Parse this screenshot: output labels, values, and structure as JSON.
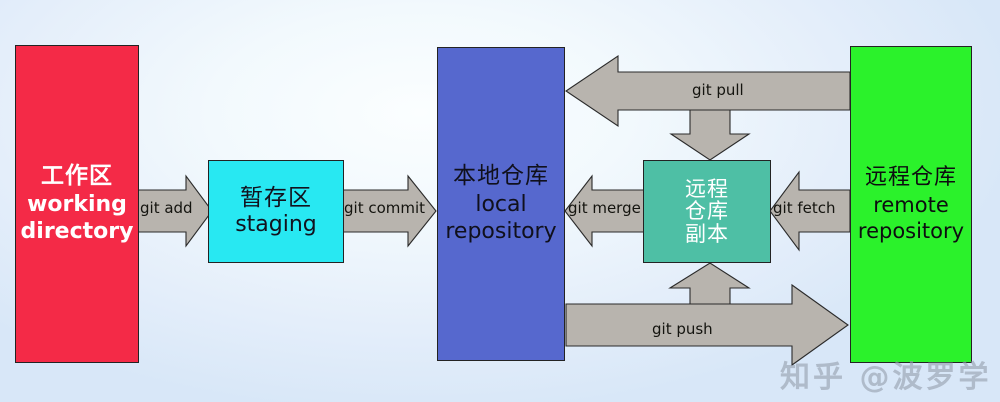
{
  "diagram": {
    "title": "Git workflow diagram",
    "background_color": "#e4eefa",
    "arrow_fill": "#b8b4ae",
    "arrow_stroke": "#2a2a2a",
    "nodes": [
      {
        "id": "working",
        "name": "working-directory",
        "cn": "工作区",
        "en_line1": "working",
        "en_line2": "directory",
        "color": "#f42a47",
        "text_color": "#ffffff"
      },
      {
        "id": "staging",
        "name": "staging-area",
        "cn": "暂存区",
        "en_line1": "staging",
        "color": "#28e8f2",
        "text_color": "#12121e"
      },
      {
        "id": "local",
        "name": "local-repository",
        "cn": "本地仓库",
        "en_line1": "local",
        "en_line2": "repository",
        "color": "#5668ce",
        "text_color": "#10101c"
      },
      {
        "id": "copy",
        "name": "remote-repository-copy",
        "cn_line1": "远程",
        "cn_line2": "仓库",
        "cn_line3": "副本",
        "color": "#4ebfa5",
        "text_color": "#ffffff"
      },
      {
        "id": "remote",
        "name": "remote-repository",
        "cn": "远程仓库",
        "en_line1": "remote",
        "en_line2": "repository",
        "color": "#2bf22b",
        "text_color": "#0d0d10"
      }
    ],
    "arrows": [
      {
        "id": "add",
        "label": "git add",
        "from": "working",
        "to": "staging",
        "direction": "right"
      },
      {
        "id": "commit",
        "label": "git commit",
        "from": "staging",
        "to": "local",
        "direction": "right"
      },
      {
        "id": "merge",
        "label": "git merge",
        "from": "copy",
        "to": "local",
        "direction": "left"
      },
      {
        "id": "fetch",
        "label": "git fetch",
        "from": "remote",
        "to": "copy",
        "direction": "left"
      },
      {
        "id": "pull",
        "label": "git pull",
        "from": "remote",
        "to": "local",
        "direction": "left"
      },
      {
        "id": "push",
        "label": "git push",
        "from": "local",
        "to": "remote",
        "direction": "right"
      }
    ]
  },
  "watermark": {
    "text": "知乎 @波罗学"
  }
}
